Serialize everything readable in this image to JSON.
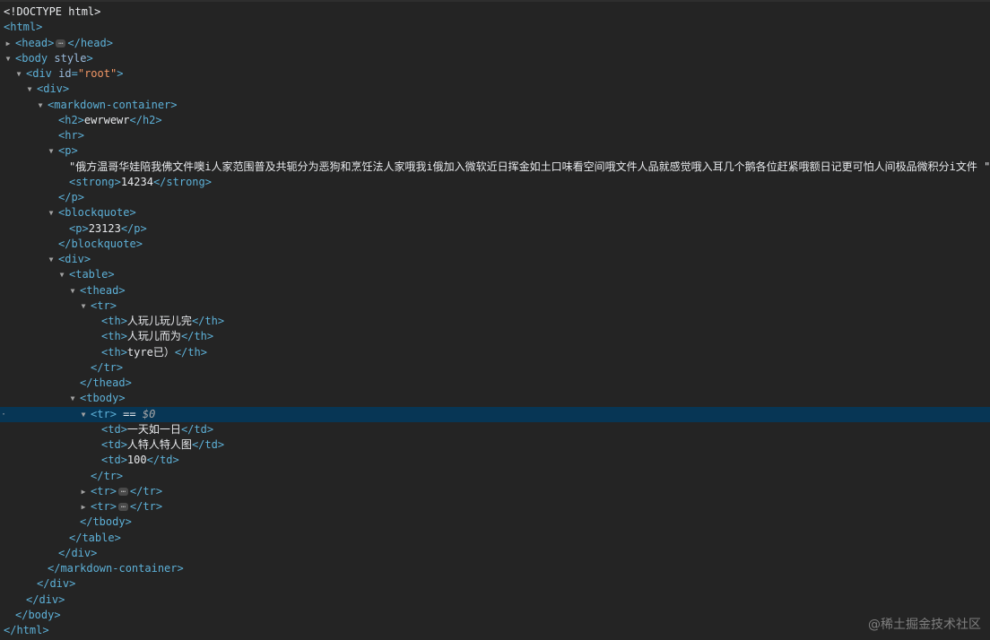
{
  "doctype": "<!DOCTYPE html>",
  "tags": {
    "html": "html",
    "head": "head",
    "body": "body",
    "div": "div",
    "markdown_container": "markdown-container",
    "h2": "h2",
    "hr": "hr",
    "p": "p",
    "strong": "strong",
    "blockquote": "blockquote",
    "table": "table",
    "thead": "thead",
    "tbody": "tbody",
    "tr": "tr",
    "th": "th",
    "td": "td"
  },
  "attributes": {
    "body_attr": "style",
    "div_id_name": "id",
    "div_id_value": "\"root\""
  },
  "texts": {
    "h2_text": "ewrwewr",
    "p_text": "\"俄方温哥华娃陪我佛文件噢i人家范围普及共轭分为恶狗和烹饪法人家哦我i俄加入微软近日挥金如土口味看空间哦文件人品就感觉哦入耳几个鹅各位赶紧哦额日记更可怕人间极品微积分i文件 \"",
    "strong_text": "14234",
    "blockquote_p_text": "23123",
    "th1": "人玩儿玩儿完",
    "th2": "人玩儿而为",
    "th3": "tyre已）",
    "td1": "一天如一日",
    "td2": "人特人特人图",
    "td3": "100"
  },
  "selection": {
    "marker": "==",
    "variable": "$0"
  },
  "icons": {
    "expanded": "triangle-down-icon",
    "collapsed": "triangle-right-icon",
    "collapsed_content": "ellipsis-badge-icon"
  },
  "colors": {
    "background": "#242424",
    "tag": "#5db0d7",
    "attribute_name": "#9bbbdc",
    "attribute_value": "#f29766",
    "selection": "#073655"
  },
  "watermark": "@稀土掘金技术社区"
}
